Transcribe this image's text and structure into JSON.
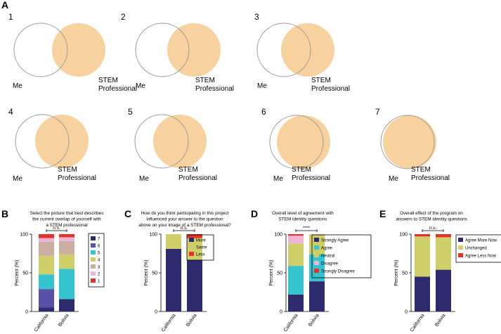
{
  "figure": {
    "panel_a_letter": "A",
    "venn_left_label": "Me",
    "venn_right_label_1": "STEM",
    "venn_right_label_2": "Professional",
    "venn_numbers": [
      "1",
      "2",
      "3",
      "4",
      "5",
      "6",
      "7"
    ],
    "colors": {
      "circle_fill": "#f7d29e",
      "circle_stroke": "#999999"
    }
  },
  "chart_data": [
    {
      "panel": "B",
      "type": "bar",
      "stacked": true,
      "title": "Select the picture that best describes the current overlap of yourself with a STEM professional",
      "title_lines": [
        "Select the picture that best describes",
        "the current overlap of yourself with",
        "a STEM professional"
      ],
      "ylabel": "Percent (%)",
      "ylim": [
        0,
        100
      ],
      "yticks": [
        "0",
        "50",
        "100"
      ],
      "categories": [
        "California",
        "Bolivia"
      ],
      "significance": "n.s.",
      "legend_order": [
        "7",
        "6",
        "5",
        "4",
        "3",
        "2",
        "1"
      ],
      "series": [
        {
          "name": "7",
          "color": "#2e2a6e",
          "values": [
            5,
            16
          ]
        },
        {
          "name": "6",
          "color": "#5751a8",
          "values": [
            24,
            0
          ]
        },
        {
          "name": "5",
          "color": "#34c3cf",
          "values": [
            19,
            39
          ]
        },
        {
          "name": "4",
          "color": "#cfcf6a",
          "values": [
            24,
            19
          ]
        },
        {
          "name": "3",
          "color": "#c9ad9f",
          "values": [
            18,
            17
          ]
        },
        {
          "name": "2",
          "color": "#f2b3d8",
          "values": [
            5,
            5
          ]
        },
        {
          "name": "1",
          "color": "#e8302a",
          "values": [
            5,
            4
          ]
        }
      ]
    },
    {
      "panel": "C",
      "type": "bar",
      "stacked": true,
      "title": "How do you think participating in this project influenced your answer to the question above on your image of a STEM professional?",
      "title_lines": [
        "How do you think participating in this  project",
        "influenced your answer to the question",
        "above on your image of a STEM professional?"
      ],
      "ylabel": "Percent (%)",
      "ylim": [
        0,
        100
      ],
      "yticks": [
        "0",
        "50",
        "100"
      ],
      "categories": [
        "California",
        "Bolivia"
      ],
      "significance": "n.s.",
      "legend_order": [
        "More",
        "Same",
        "Less"
      ],
      "series": [
        {
          "name": "More",
          "color": "#2e2a6e",
          "values": [
            81,
            67
          ]
        },
        {
          "name": "Same",
          "color": "#cfcf6a",
          "values": [
            19,
            28
          ]
        },
        {
          "name": "Less",
          "color": "#e8302a",
          "values": [
            0,
            5
          ]
        }
      ]
    },
    {
      "panel": "D",
      "type": "bar",
      "stacked": true,
      "title": "Overall level of agreement with STEM identity questions",
      "title_lines": [
        "Overall level of agreement with",
        "STEM identity questions"
      ],
      "ylabel": "Percent (%)",
      "ylim": [
        0,
        100
      ],
      "yticks": [
        "0",
        "50",
        "100"
      ],
      "categories": [
        "California",
        "Bolivia"
      ],
      "significance": "****",
      "legend_order": [
        "Strongly Agree",
        "Agree",
        "Neutral",
        "Disagree",
        "Strongly Disagree"
      ],
      "series": [
        {
          "name": "Strongly Agree",
          "color": "#2e2a6e",
          "values": [
            22,
            39
          ]
        },
        {
          "name": "Agree",
          "color": "#34c3cf",
          "values": [
            37,
            35
          ]
        },
        {
          "name": "Neutral",
          "color": "#cfcf6a",
          "values": [
            29,
            25
          ]
        },
        {
          "name": "Disagree",
          "color": "#f2b3d8",
          "values": [
            10,
            1
          ]
        },
        {
          "name": "Strongly Disagree",
          "color": "#e8302a",
          "values": [
            2,
            0
          ]
        }
      ]
    },
    {
      "panel": "E",
      "type": "bar",
      "stacked": true,
      "title": "Overall effect of the program on answers to STEM identity questions",
      "title_lines": [
        "Overall effect of the program on",
        "answers to STEM identity questions"
      ],
      "ylabel": "Percent (%)",
      "ylim": [
        0,
        100
      ],
      "yticks": [
        "0",
        "50",
        "100"
      ],
      "categories": [
        "California",
        "Bolivia"
      ],
      "significance": "n.s.",
      "legend_order": [
        "Agree More Now",
        "Unchanged",
        "Agree Less Now"
      ],
      "series": [
        {
          "name": "Agree More Now",
          "color": "#2e2a6e",
          "values": [
            45,
            54
          ]
        },
        {
          "name": "Unchanged",
          "color": "#cfcf6a",
          "values": [
            52,
            42
          ]
        },
        {
          "name": "Agree Less Now",
          "color": "#e8302a",
          "values": [
            3,
            4
          ]
        }
      ]
    }
  ]
}
